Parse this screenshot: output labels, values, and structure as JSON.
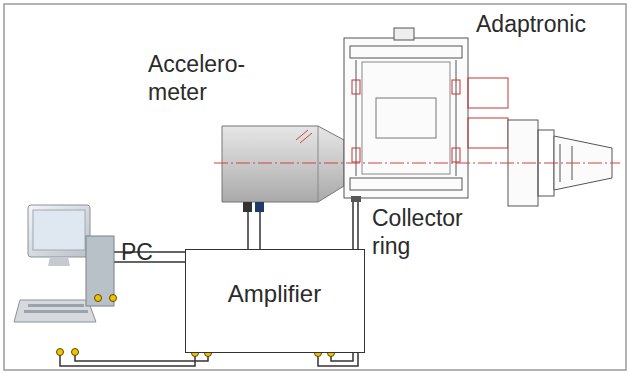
{
  "diagram": {
    "nodes": [
      {
        "text": [
          "Amplifier"
        ]
      }
    ],
    "labels": [
      "Accelero- meter",
      "Adaptronic",
      "Collector ring",
      "PC"
    ]
  }
}
